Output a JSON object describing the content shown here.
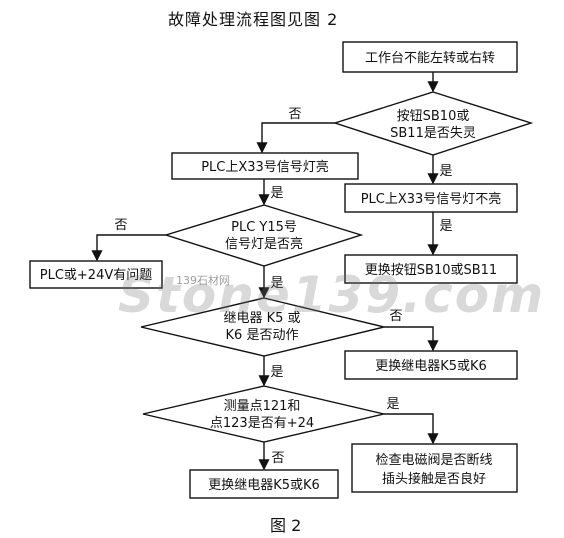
{
  "heading": "故障处理流程图见图 2",
  "caption": "图 2",
  "watermark": {
    "main": "Stone139.com",
    "sub": "139石材网"
  },
  "nodes": {
    "start": "工作台不能左转或右转",
    "d1": [
      "按钮SB10或",
      "SB11是否失灵"
    ],
    "plc_lit": "PLC上X33号信号灯亮",
    "plc_unlit": "PLC上X33号信号灯不亮",
    "d2": [
      "PLC Y15号",
      "信号灯是否亮"
    ],
    "plc_problem": "PLC或+24V有问题",
    "replace_button": "更换按钮SB10或SB11",
    "d3": [
      "继电器 K5 或",
      "K6 是否动作"
    ],
    "replace_relay_right": "更换继电器K5或K6",
    "d4": [
      "测量点121和",
      "点123是否有+24"
    ],
    "replace_relay_bottom": "更换继电器K5或K6",
    "check_valve": [
      "检查电磁阀是否断线",
      "插头接触是否良好"
    ]
  },
  "labels": {
    "yes": "是",
    "no": "否"
  }
}
